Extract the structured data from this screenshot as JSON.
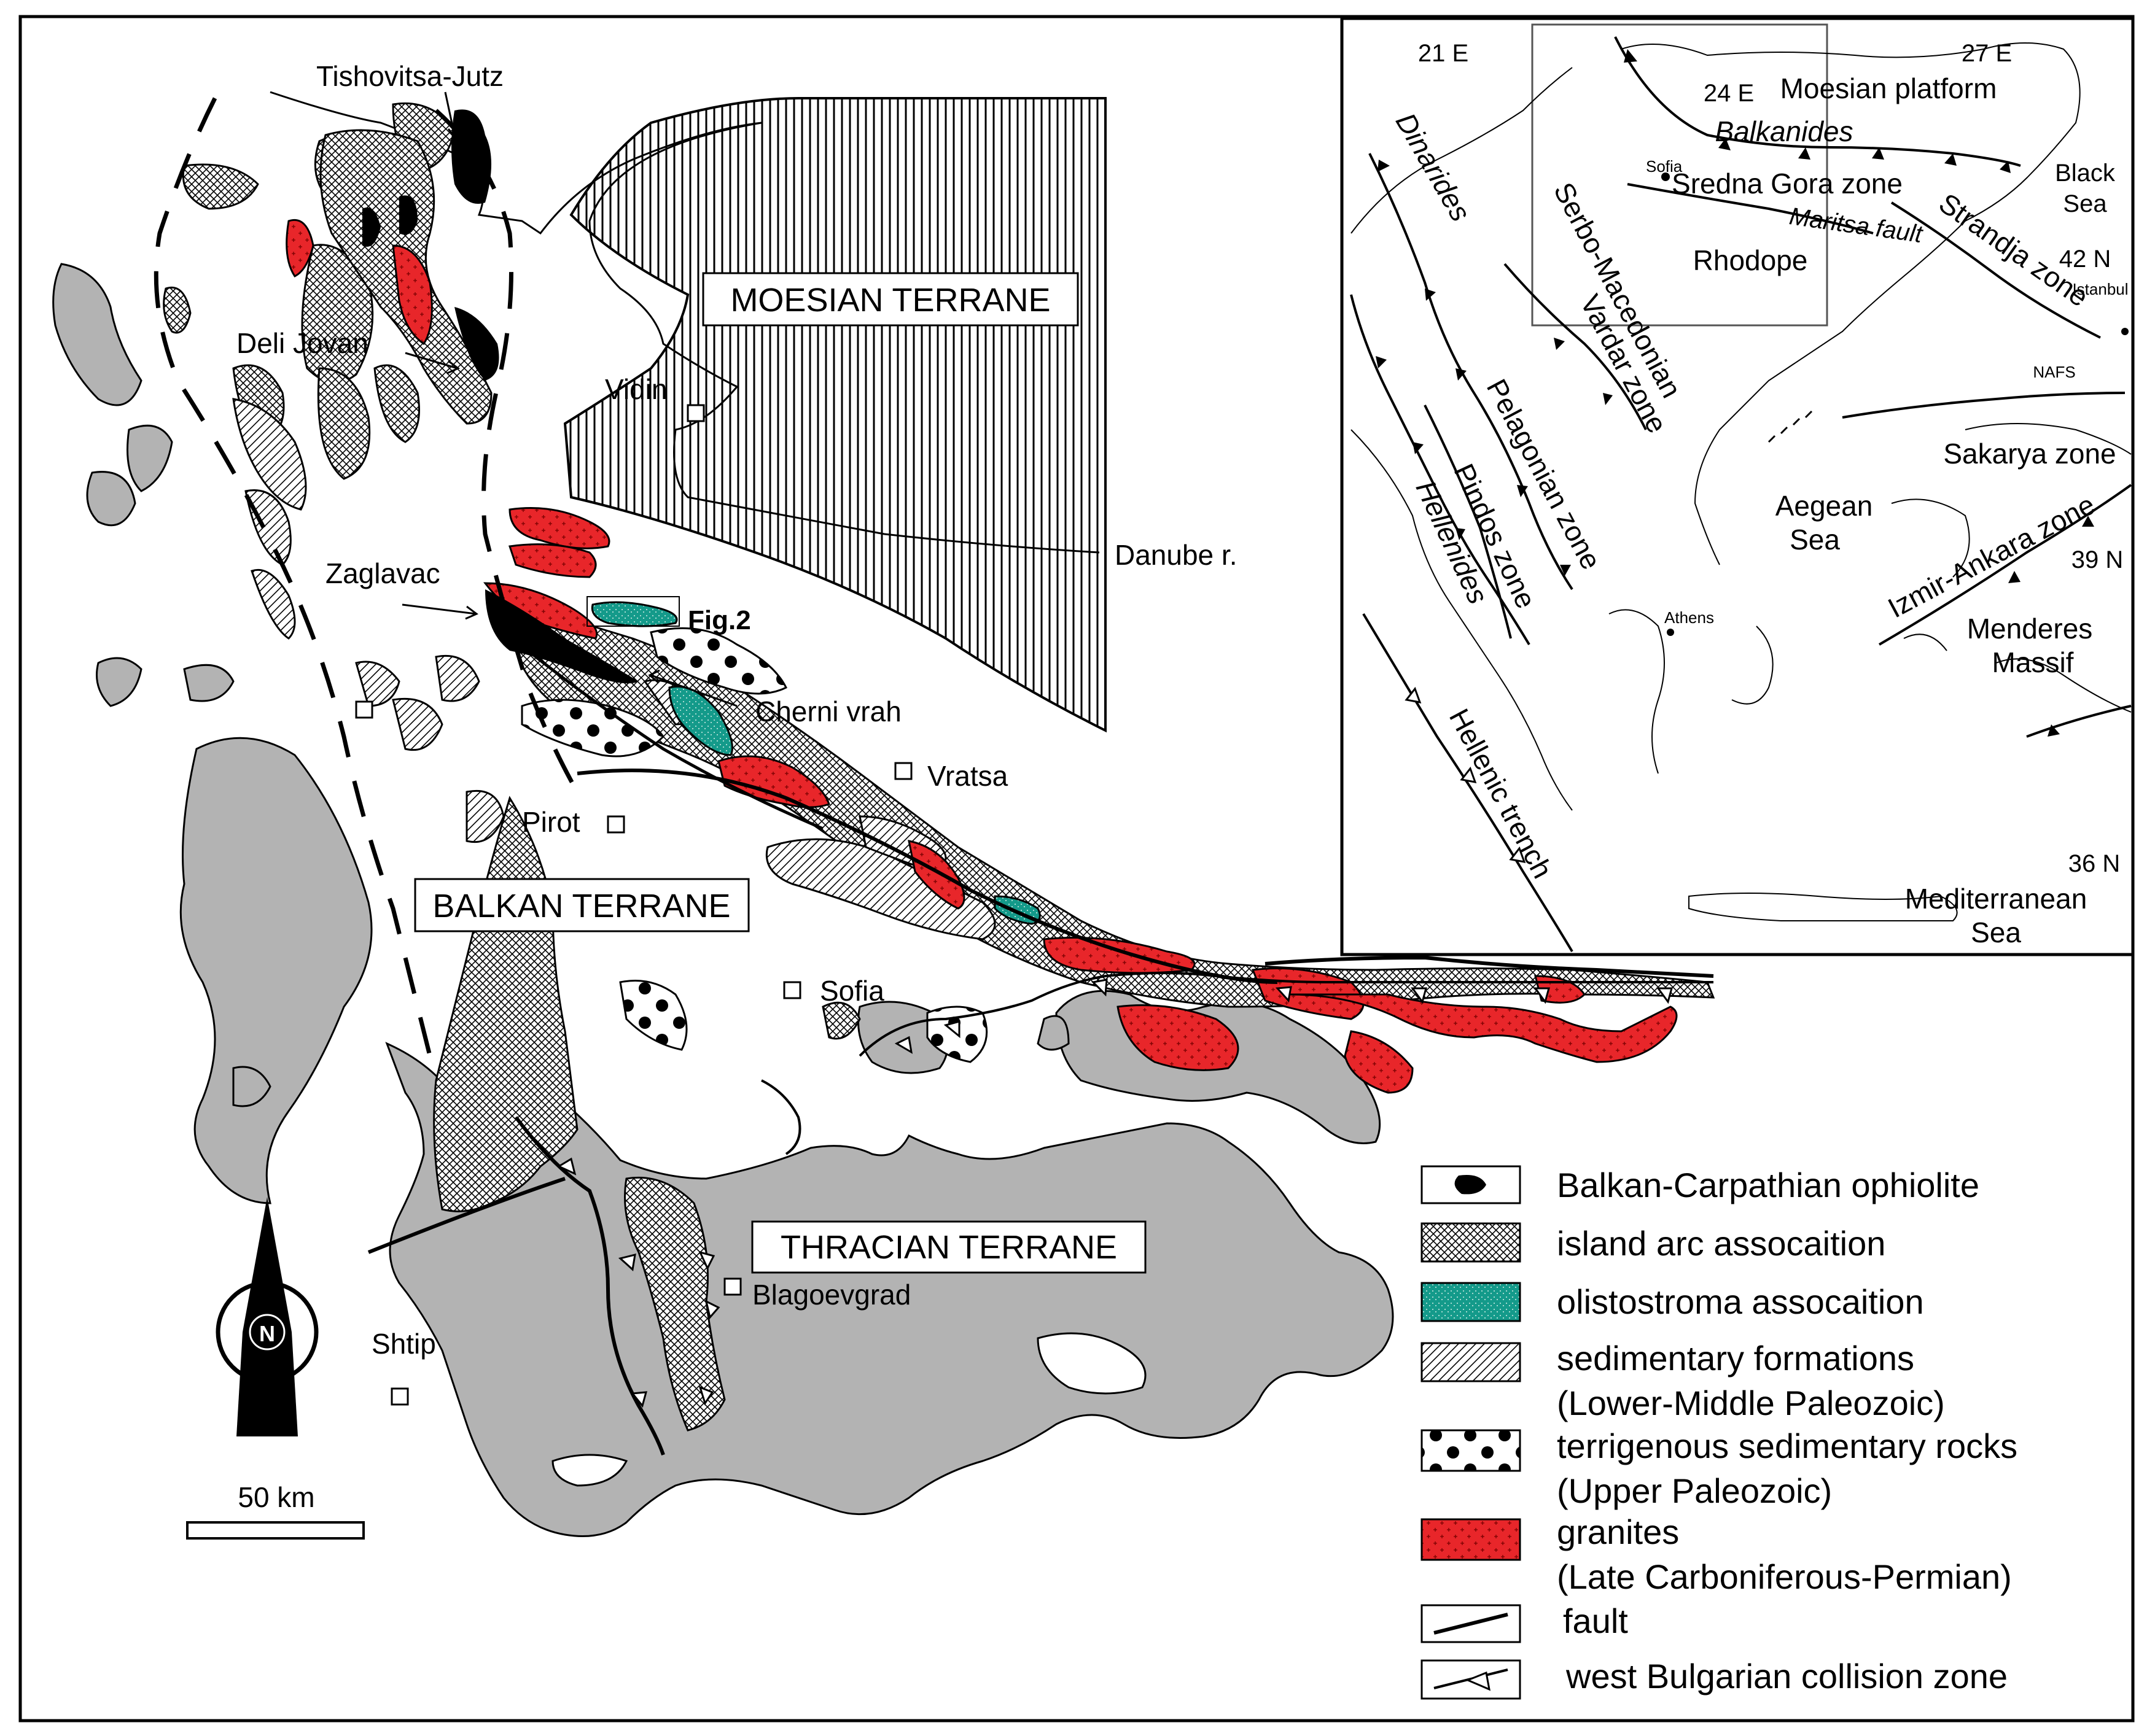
{
  "colors": {
    "granite": "#e8262a",
    "olistostroma": "#149a8a",
    "thracian_grey": "#b3b3b3",
    "ophiolite": "#000000",
    "outline": "#000000",
    "background": "#ffffff"
  },
  "main_map": {
    "terranes": {
      "moesian": "MOESIAN TERRANE",
      "balkan": "BALKAN TERRANE",
      "thracian": "THRACIAN TERRANE"
    },
    "localities": {
      "tishovitsa": "Tishovitsa-Jutz",
      "deli_jovan": "Deli Jovan",
      "zaglavac": "Zaglavac",
      "cherni_vrah": "Cherni vrah",
      "fig2": "Fig.2"
    },
    "towns": {
      "vidin": "Vidin",
      "vratsa": "Vratsa",
      "pirot": "Pirot",
      "sofia": "Sofia",
      "blagoevgrad": "Blagoevgrad",
      "shtip": "Shtip"
    },
    "river": "Danube r.",
    "north_arrow": "N",
    "scale": "50 km"
  },
  "inset": {
    "longitudes": [
      "21 E",
      "24 E",
      "27 E"
    ],
    "latitudes": [
      "42 N",
      "39 N",
      "36 N"
    ],
    "labels": {
      "moesian_platform": "Moesian platform",
      "balkanides": "Balkanides",
      "sofia": "Sofia",
      "sredna_gora": "Sredna Gora zone",
      "black_sea_1": "Black",
      "black_sea_2": "Sea",
      "maritsa": "Maritsa fault",
      "rhodope": "Rhodope",
      "strandja": "Strandja zone",
      "istanbul": "Istanbul",
      "dinarides": "Dinarides",
      "serbo": "Serbo-Macedonian",
      "vardar": "Vardar zone",
      "pelagonian": "Pelagonian zone",
      "pindos": "Pindos zone",
      "hellenides": "Hellenides",
      "nafs": "NAFS",
      "sakarya": "Sakarya zone",
      "aegean_1": "Aegean",
      "aegean_2": "Sea",
      "izmir": "Izmir-Ankara zone",
      "athens": "Athens",
      "menderes_1": "Menderes",
      "menderes_2": "Massif",
      "hellenic_trench": "Hellenic trench",
      "med_1": "Mediterranean",
      "med_2": "Sea"
    }
  },
  "legend": {
    "items": [
      {
        "id": "ophiolite",
        "line1": "Balkan-Carpathian ophiolite",
        "line2": ""
      },
      {
        "id": "island_arc",
        "line1": "island arc assocaition",
        "line2": ""
      },
      {
        "id": "olistostroma",
        "line1": "olistostroma assocaition",
        "line2": ""
      },
      {
        "id": "sedimentary",
        "line1": "sedimentary formations",
        "line2": "(Lower-Middle Paleozoic)"
      },
      {
        "id": "terrigenous",
        "line1": "terrigenous sedimentary rocks",
        "line2": "(Upper Paleozoic)"
      },
      {
        "id": "granites",
        "line1": "granites",
        "line2": "(Late Carboniferous-Permian)"
      },
      {
        "id": "fault",
        "line1": "fault",
        "line2": ""
      },
      {
        "id": "collision",
        "line1": "west Bulgarian collision zone",
        "line2": ""
      }
    ]
  }
}
